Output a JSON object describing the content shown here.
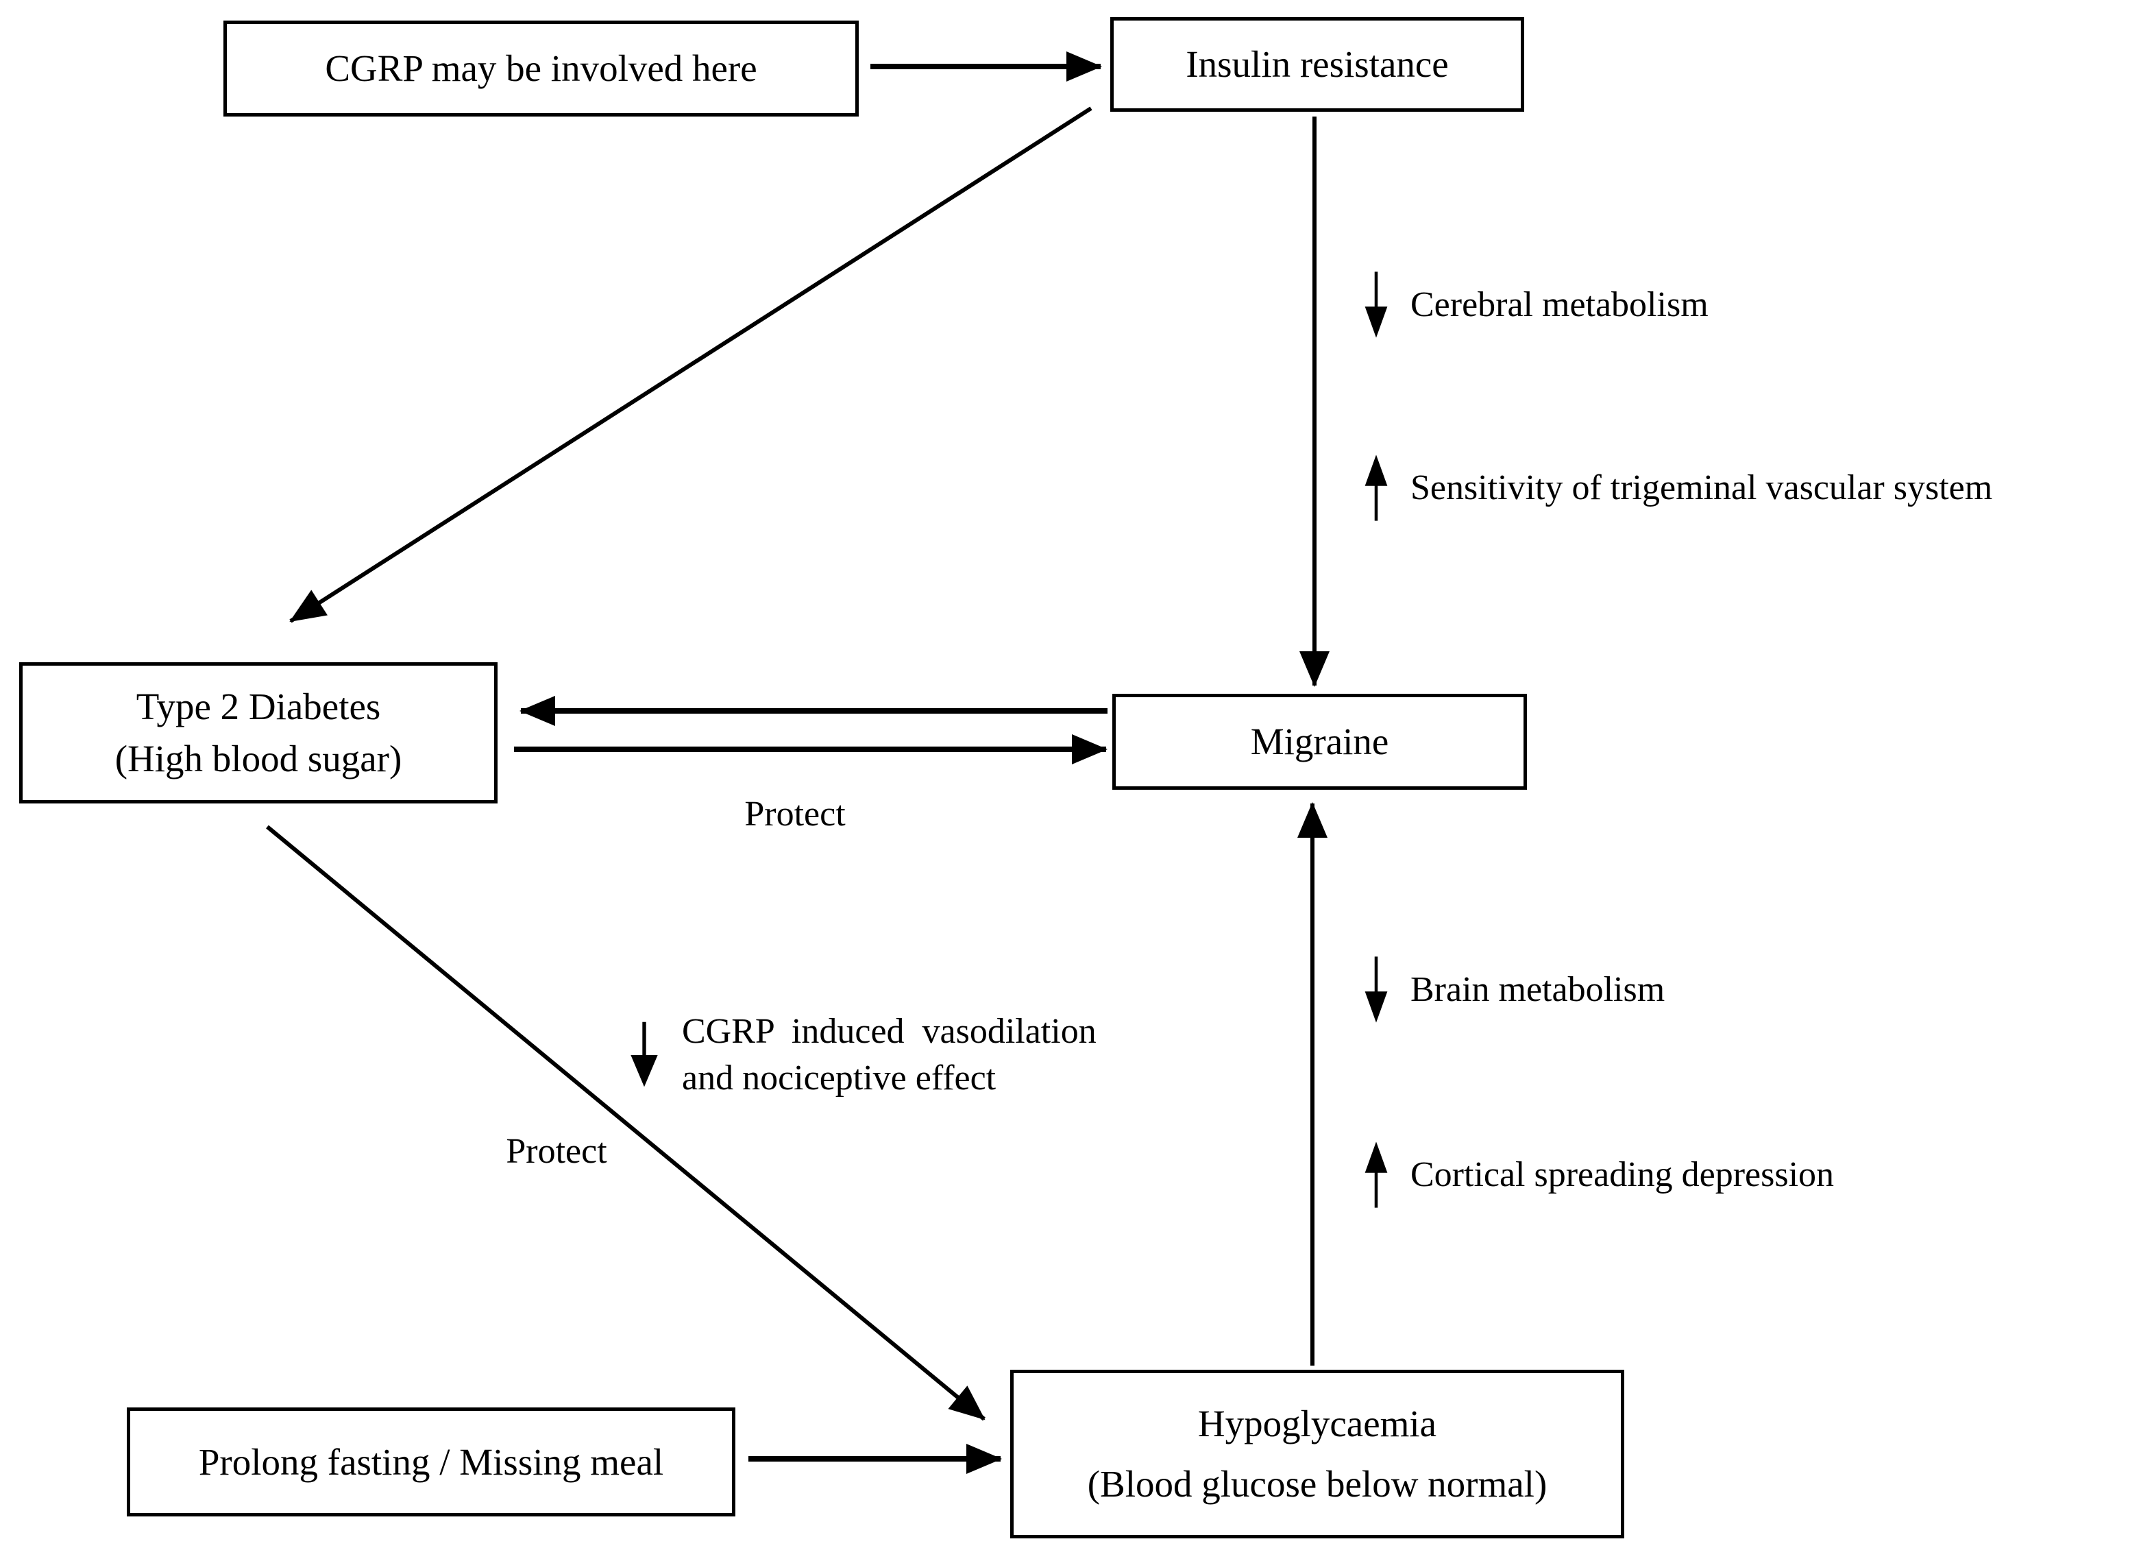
{
  "figure": {
    "background_color": "#ffffff",
    "ink_color": "#000000",
    "description": "Black-and-white flow diagram linking CGRP, insulin resistance, type 2 diabetes, hypoglycaemia and migraine"
  },
  "nodes": {
    "cgrp_note": {
      "label": "CGRP may be involved here"
    },
    "insulin_resistance": {
      "label": "Insulin resistance"
    },
    "type2_diabetes": {
      "line1": "Type 2 Diabetes",
      "line2": "(High blood sugar)"
    },
    "migraine": {
      "label": "Migraine"
    },
    "hypoglycaemia": {
      "line1": "Hypoglycaemia",
      "line2": "(Blood glucose below normal)"
    },
    "prolong_fasting": {
      "label": "Prolong fasting / Missing meal"
    }
  },
  "labels": {
    "cerebral_metabolism": {
      "arrow": "down",
      "text": "Cerebral metabolism"
    },
    "trigeminal_sensitivity": {
      "arrow": "up",
      "text": "Sensitivity of trigeminal vascular system"
    },
    "protect_upper": {
      "text": "Protect"
    },
    "cgrp_effect": {
      "arrow": "down",
      "line1": "CGRP  induced  vasodilation",
      "line2": "and nociceptive effect"
    },
    "protect_lower": {
      "text": "Protect"
    },
    "brain_metabolism": {
      "arrow": "down",
      "text": "Brain metabolism"
    },
    "cortical_spreading_depression": {
      "arrow": "up",
      "text": "Cortical spreading depression"
    }
  },
  "edges": [
    {
      "from": "cgrp_note",
      "to": "insulin_resistance",
      "style": "arrow"
    },
    {
      "from": "insulin_resistance",
      "to": "type2_diabetes",
      "style": "arrow-diagonal"
    },
    {
      "from": "insulin_resistance",
      "to": "migraine",
      "style": "arrow"
    },
    {
      "from": "migraine",
      "to": "type2_diabetes",
      "style": "arrow",
      "label": "Protect"
    },
    {
      "from": "type2_diabetes",
      "to": "migraine",
      "style": "arrow"
    },
    {
      "from": "type2_diabetes",
      "to": "hypoglycaemia",
      "style": "arrow-diagonal",
      "label": "Protect"
    },
    {
      "from": "prolong_fasting",
      "to": "hypoglycaemia",
      "style": "arrow"
    },
    {
      "from": "hypoglycaemia",
      "to": "migraine",
      "style": "arrow"
    }
  ]
}
